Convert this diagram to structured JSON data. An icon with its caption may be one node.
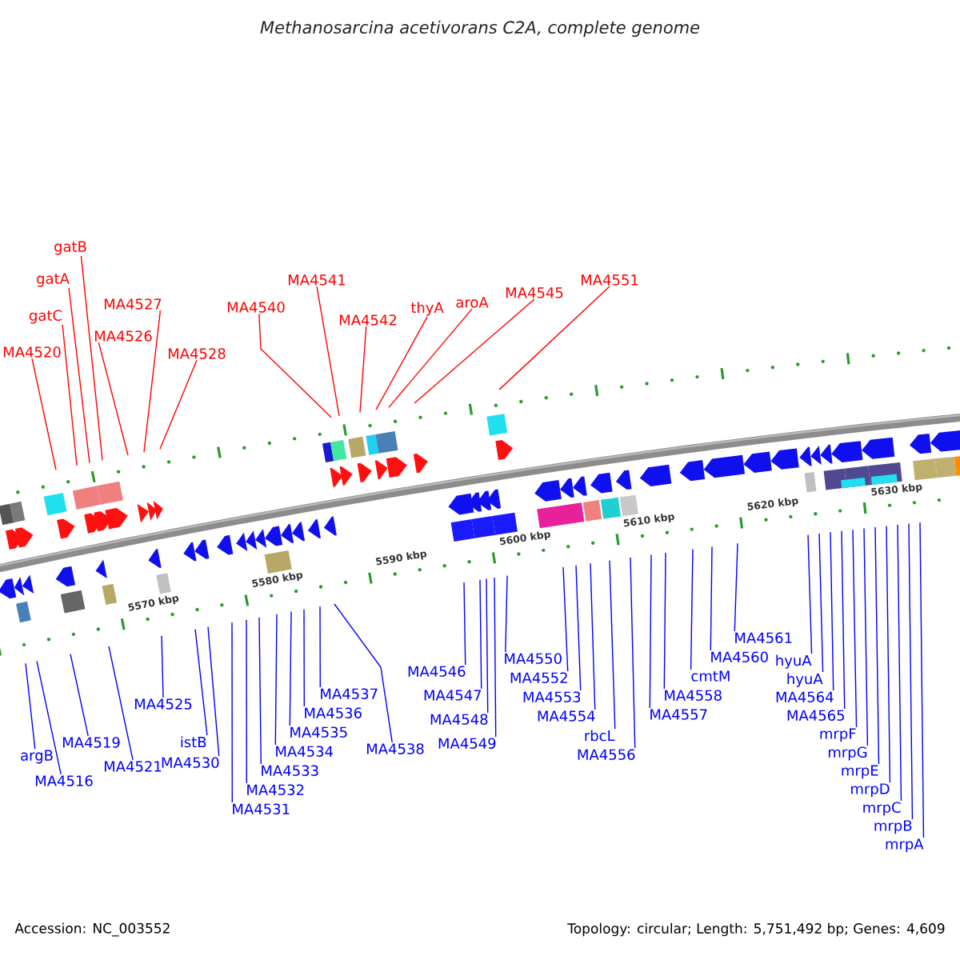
{
  "diagram": {
    "title": "Methanosarcina acetivorans C2A, complete genome",
    "nodes": [
      {
        "text": [
          "MA4520"
        ]
      },
      {
        "text": [
          "gatC"
        ]
      },
      {
        "text": [
          "gatA"
        ]
      },
      {
        "text": [
          "gatB"
        ]
      },
      {
        "text": [
          "MA4526"
        ]
      },
      {
        "text": [
          "MA4527"
        ]
      },
      {
        "text": [
          "MA4528"
        ]
      },
      {
        "text": [
          "MA4540"
        ]
      },
      {
        "text": [
          "MA4541"
        ]
      },
      {
        "text": [
          "MA4542"
        ]
      },
      {
        "text": [
          "thyA"
        ]
      },
      {
        "text": [
          "aroA"
        ]
      },
      {
        "text": [
          "MA4545"
        ]
      },
      {
        "text": [
          "MA4551"
        ]
      },
      {
        "text": [
          "argB"
        ]
      },
      {
        "text": [
          "MA4516"
        ]
      },
      {
        "text": [
          "MA4519"
        ]
      },
      {
        "text": [
          "MA4521"
        ]
      },
      {
        "text": [
          "MA4525"
        ]
      },
      {
        "text": [
          "istB"
        ]
      },
      {
        "text": [
          "MA4530"
        ]
      },
      {
        "text": [
          "MA4531"
        ]
      },
      {
        "text": [
          "MA4532"
        ]
      },
      {
        "text": [
          "MA4533"
        ]
      },
      {
        "text": [
          "MA4534"
        ]
      },
      {
        "text": [
          "MA4535"
        ]
      },
      {
        "text": [
          "MA4536"
        ]
      },
      {
        "text": [
          "MA4537"
        ]
      },
      {
        "text": [
          "MA4538"
        ]
      },
      {
        "text": [
          "MA4546"
        ]
      },
      {
        "text": [
          "MA4547"
        ]
      },
      {
        "text": [
          "MA4548"
        ]
      },
      {
        "text": [
          "MA4549"
        ]
      },
      {
        "text": [
          "MA4550"
        ]
      },
      {
        "text": [
          "MA4552"
        ]
      },
      {
        "text": [
          "MA4553"
        ]
      },
      {
        "text": [
          "MA4554"
        ]
      },
      {
        "text": [
          "rbcL"
        ]
      },
      {
        "text": [
          "MA4556"
        ]
      },
      {
        "text": [
          "MA4557"
        ]
      },
      {
        "text": [
          "MA4558"
        ]
      },
      {
        "text": [
          "cmtM"
        ]
      },
      {
        "text": [
          "MA4560"
        ]
      },
      {
        "text": [
          "MA4561"
        ]
      },
      {
        "text": [
          "hyuA"
        ]
      },
      {
        "text": [
          "hyuA"
        ]
      },
      {
        "text": [
          "MA4564"
        ]
      },
      {
        "text": [
          "MA4565"
        ]
      },
      {
        "text": [
          "mrpF"
        ]
      },
      {
        "text": [
          "mrpG"
        ]
      },
      {
        "text": [
          "mrpE"
        ]
      },
      {
        "text": [
          "mrpD"
        ]
      },
      {
        "text": [
          "mrpC"
        ]
      },
      {
        "text": [
          "mrpB"
        ]
      },
      {
        "text": [
          "mrpA"
        ]
      }
    ],
    "edges": [
      {
        "from": 0,
        "to": null,
        "arrow": "none",
        "color": "#ff0000"
      },
      {
        "from": 1,
        "to": null,
        "arrow": "none",
        "color": "#ff0000"
      },
      {
        "from": 2,
        "to": null,
        "arrow": "none",
        "color": "#ff0000"
      },
      {
        "from": 3,
        "to": null,
        "arrow": "none",
        "color": "#ff0000"
      },
      {
        "from": 4,
        "to": null,
        "arrow": "none",
        "color": "#ff0000"
      },
      {
        "from": 5,
        "to": null,
        "arrow": "none",
        "color": "#ff0000"
      },
      {
        "from": 6,
        "to": null,
        "arrow": "none",
        "color": "#ff0000"
      },
      {
        "from": 7,
        "to": null,
        "arrow": "none",
        "color": "#ff0000"
      },
      {
        "from": 8,
        "to": null,
        "arrow": "none",
        "color": "#ff0000"
      },
      {
        "from": 9,
        "to": null,
        "arrow": "none",
        "color": "#ff0000"
      },
      {
        "from": 10,
        "to": null,
        "arrow": "none",
        "color": "#ff0000"
      },
      {
        "from": 11,
        "to": null,
        "arrow": "none",
        "color": "#ff0000"
      },
      {
        "from": 12,
        "to": null,
        "arrow": "none",
        "color": "#ff0000"
      },
      {
        "from": 13,
        "to": null,
        "arrow": "none",
        "color": "#ff0000"
      },
      {
        "from": 14,
        "to": null,
        "arrow": "none"
      },
      {
        "from": 15,
        "to": null,
        "arrow": "none"
      },
      {
        "from": 16,
        "to": null,
        "arrow": "none"
      },
      {
        "from": 17,
        "to": null,
        "arrow": "none"
      },
      {
        "from": 18,
        "to": null,
        "arrow": "none"
      },
      {
        "from": 19,
        "to": null,
        "arrow": "none"
      },
      {
        "from": 20,
        "to": null,
        "arrow": "none"
      },
      {
        "from": 21,
        "to": null,
        "arrow": "none"
      },
      {
        "from": 22,
        "to": null,
        "arrow": "none"
      },
      {
        "from": 23,
        "to": null,
        "arrow": "none"
      },
      {
        "from": 24,
        "to": null,
        "arrow": "none"
      },
      {
        "from": 25,
        "to": null,
        "arrow": "none"
      },
      {
        "from": 26,
        "to": null,
        "arrow": "none"
      },
      {
        "from": 27,
        "to": null,
        "arrow": "none"
      },
      {
        "from": 28,
        "to": null,
        "arrow": "none"
      },
      {
        "from": 29,
        "to": null,
        "arrow": "none"
      },
      {
        "from": 30,
        "to": null,
        "arrow": "none"
      },
      {
        "from": 31,
        "to": null,
        "arrow": "none"
      },
      {
        "from": 32,
        "to": null,
        "arrow": "none"
      },
      {
        "from": 33,
        "to": null,
        "arrow": "none"
      },
      {
        "from": 34,
        "to": null,
        "arrow": "none"
      },
      {
        "from": 35,
        "to": null,
        "arrow": "none"
      },
      {
        "from": 36,
        "to": null,
        "arrow": "none"
      },
      {
        "from": 37,
        "to": null,
        "arrow": "none"
      },
      {
        "from": 38,
        "to": null,
        "arrow": "none"
      },
      {
        "from": 39,
        "to": null,
        "arrow": "none"
      },
      {
        "from": 40,
        "to": null,
        "arrow": "none"
      },
      {
        "from": 41,
        "to": null,
        "arrow": "none"
      },
      {
        "from": 42,
        "to": null,
        "arrow": "none"
      },
      {
        "from": 43,
        "to": null,
        "arrow": "none"
      },
      {
        "from": 44,
        "to": null,
        "arrow": "none"
      },
      {
        "from": 45,
        "to": null,
        "arrow": "none"
      },
      {
        "from": 46,
        "to": null,
        "arrow": "none"
      },
      {
        "from": 47,
        "to": null,
        "arrow": "none"
      },
      {
        "from": 48,
        "to": null,
        "arrow": "none"
      },
      {
        "from": 49,
        "to": null,
        "arrow": "none"
      },
      {
        "from": 50,
        "to": null,
        "arrow": "none"
      },
      {
        "from": 51,
        "to": null,
        "arrow": "none"
      },
      {
        "from": 52,
        "to": null,
        "arrow": "none"
      },
      {
        "from": 53,
        "to": null,
        "arrow": "none"
      },
      {
        "from": 54,
        "to": null,
        "arrow": "none"
      }
    ],
    "labels": [
      "5570 kbp",
      "5580 kbp",
      "5590 kbp",
      "5600 kbp",
      "5610 kbp",
      "5620 kbp",
      "5630 kbp",
      "Accession: NC_003552",
      "Topology: circular; Length: 5,751,492 bp; Genes: 4,609"
    ]
  }
}
